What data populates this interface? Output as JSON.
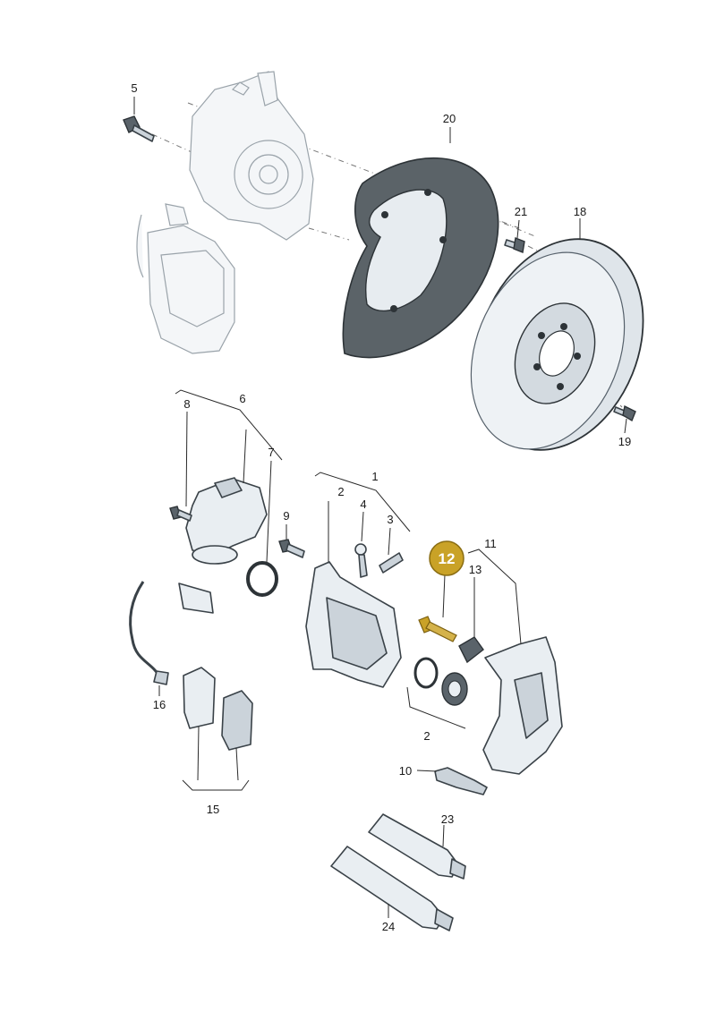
{
  "diagram": {
    "highlight_color": "#c9a227",
    "callouts": {
      "c1": "1",
      "c2a": "2",
      "c2b": "2",
      "c3": "3",
      "c4": "4",
      "c5": "5",
      "c6": "6",
      "c7": "7",
      "c8": "8",
      "c9": "9",
      "c10": "10",
      "c11": "11",
      "c12": "12",
      "c13": "13",
      "c15": "15",
      "c16": "16",
      "c18": "18",
      "c19": "19",
      "c20": "20",
      "c21": "21",
      "c23": "23",
      "c24": "24"
    }
  }
}
